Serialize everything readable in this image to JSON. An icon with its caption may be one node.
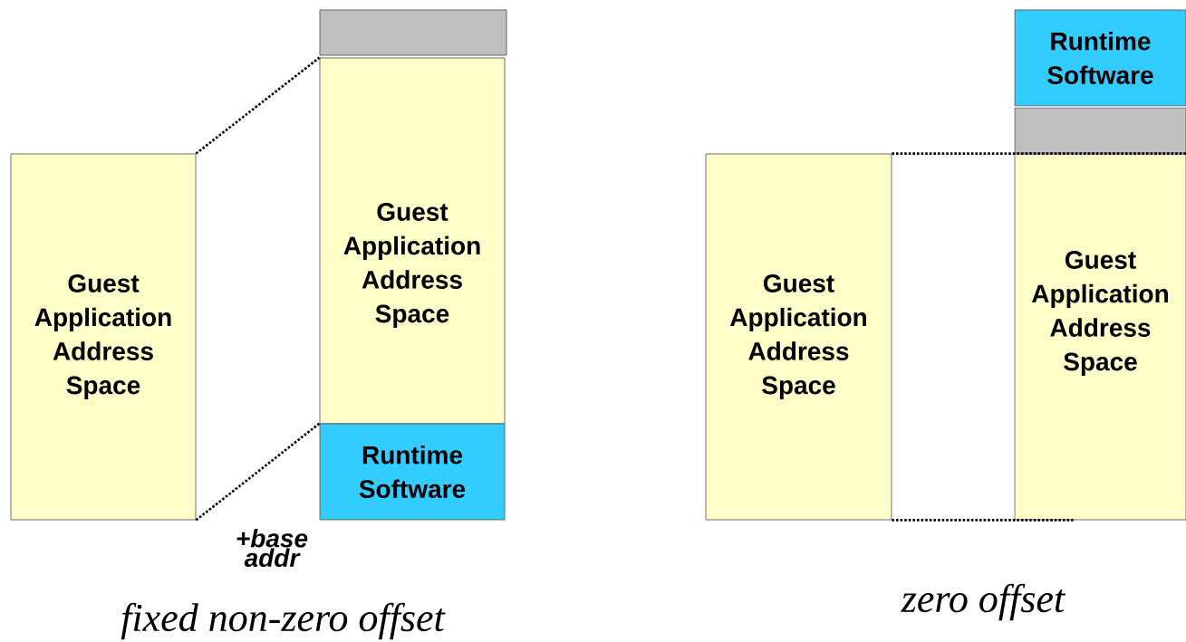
{
  "diagram": {
    "nodes": [
      {
        "text": [
          "Guest Application Address Space"
        ]
      },
      {
        "text": [],
        "shape": "box"
      },
      {
        "text": [
          "Guest Application Address Space"
        ]
      },
      {
        "text": [
          "Runtime Software"
        ]
      },
      {
        "text": [
          "Guest Application Address Space"
        ]
      },
      {
        "text": [
          "Runtime Software"
        ]
      },
      {
        "text": [],
        "shape": "box"
      },
      {
        "text": [
          "Guest Application Address Space"
        ]
      }
    ],
    "edges": [
      {
        "from": 0,
        "to": 2,
        "arrow": "none",
        "style": "dashed"
      },
      {
        "from": 0,
        "to": 3,
        "arrow": "none",
        "style": "dashed",
        "label": "+base addr"
      },
      {
        "from": 4,
        "to": 7,
        "arrow": "none",
        "style": "dashed"
      },
      {
        "from": 4,
        "to": 7,
        "arrow": "none",
        "style": "dashed"
      }
    ],
    "labels": [
      "fixed non-zero offset",
      "zero offset"
    ]
  }
}
